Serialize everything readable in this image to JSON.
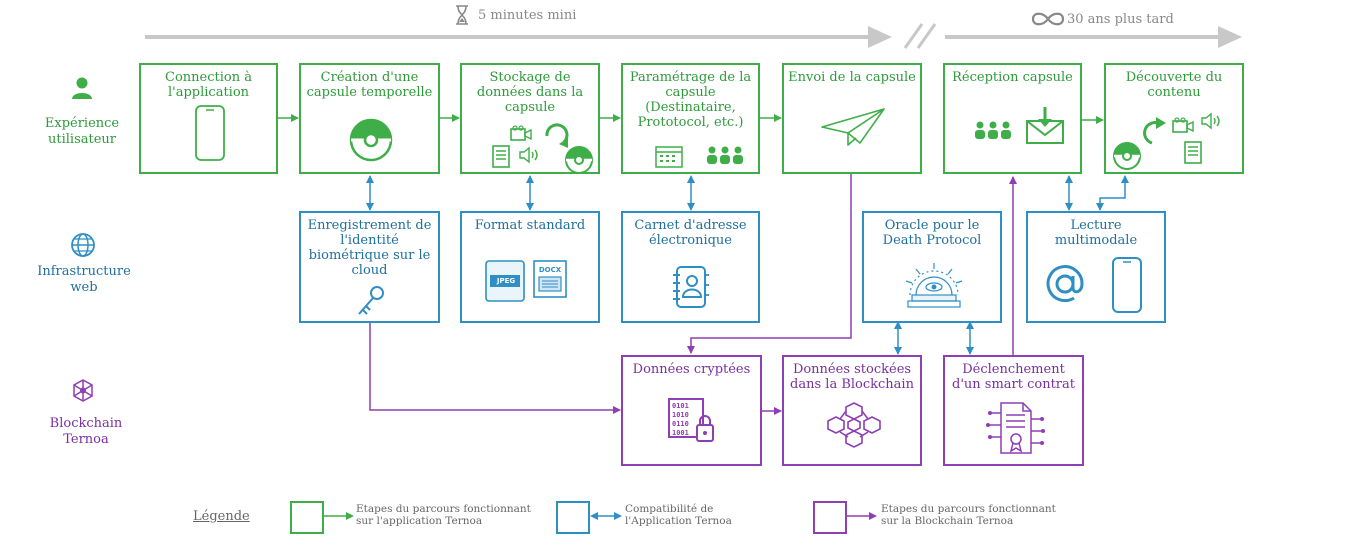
{
  "timeline": {
    "left_label": "5 minutes mini",
    "right_label": "30 ans plus tard"
  },
  "rows": {
    "user": "Expérience utilisateur",
    "web": "Infrastructure web",
    "chain": "Blockchain Ternoa"
  },
  "boxes": {
    "connection": "Connection à l'application",
    "creation": "Création d'une capsule temporelle",
    "stockage": "Stockage de données dans la capsule",
    "parametrage": "Paramétrage de la capsule (Destinataire, Prototocol, etc.)",
    "envoi": "Envoi de la capsule",
    "reception": "Réception capsule",
    "decouverte": "Découverte du contenu",
    "enregistrement": "Enregistrement de l'identité biométrique sur le cloud",
    "format": "Format standard",
    "carnet": "Carnet d'adresse électronique",
    "oracle": "Oracle pour le Death Protocol",
    "lecture": "Lecture multimodale",
    "cryptees": "Données cryptées",
    "stockees": "Données stockées dans la Blockchain",
    "declenchement": "Déclenchement d'un smart contrat"
  },
  "icon_text": {
    "jpeg": "JPEG",
    "docx": "DOCX"
  },
  "legend": {
    "title": "Légende",
    "green": "Etapes du parcours fonctionnant sur l'application Ternoa",
    "blue": "Compatibilité de l'Application Ternoa",
    "purple": "Etapes du parcours fonctionnant sur la Blockchain Ternoa"
  },
  "colors": {
    "green": "#3fae49",
    "blue": "#2f8fc4",
    "purple": "#8d3fb3",
    "grey": "#c8c8c8"
  },
  "icons": [
    "hourglass-icon",
    "infinity-icon",
    "user-icon",
    "globe-icon",
    "blockchain-icon",
    "smartphone-icon",
    "capsule-icon",
    "video-icon",
    "audio-icon",
    "document-icon",
    "redo-icon",
    "calendar-icon",
    "group-icon",
    "paper-plane-icon",
    "envelope-download-icon",
    "key-icon",
    "jpeg-file-icon",
    "docx-file-icon",
    "address-book-icon",
    "oracle-eye-icon",
    "at-sign-icon",
    "encrypted-data-icon",
    "blockchain-cubes-icon",
    "smart-contract-icon"
  ]
}
